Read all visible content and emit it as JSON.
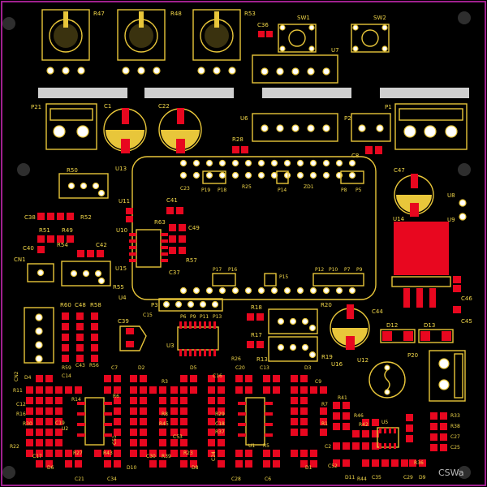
{
  "board": {
    "background": "#000000",
    "outline_color": "#a0208f",
    "silk_color": "#e8c63a",
    "pad_color": "#e8071f",
    "watermark": "CSWa"
  },
  "labels": {
    "pots": [
      "R47",
      "R48",
      "R53"
    ],
    "switches": [
      "SW1",
      "SW2"
    ],
    "u7": "U7",
    "c36": "C36",
    "p21": "P21",
    "c1": "C1",
    "c22": "C22",
    "u6": "U6",
    "p2": "P2",
    "p1": "P1",
    "r28": "R28",
    "c8": "C8",
    "r50": "R50",
    "u13": "U13",
    "c47": "C47",
    "u8": "U8",
    "u9": "U9",
    "u14": "U14",
    "c23": "C23",
    "p19": "P19",
    "p18": "P18",
    "r25": "R25",
    "p14": "P14",
    "zd1": "ZD1",
    "p8": "P8",
    "p5": "P5",
    "u11": "U11",
    "c41": "C41",
    "r63": "R63",
    "u10": "U10",
    "c49": "C49",
    "r57": "R57",
    "c37": "C37",
    "c38": "C38",
    "r52": "R52",
    "r51": "R51",
    "r49": "R49",
    "c40": "C40",
    "r54": "R54",
    "c42": "C42",
    "cn1": "CN1",
    "u15": "U15",
    "r55": "R55",
    "u4": "U4",
    "p17": "P17",
    "p16": "P16",
    "p15": "P15",
    "p12": "P12",
    "p11": "P11",
    "p10": "P10",
    "p7": "P7",
    "p9": "P9",
    "c46": "C46",
    "c45": "C45",
    "r60": "R60",
    "c48": "C48",
    "r58": "R58",
    "p3": "P3",
    "c15": "C15",
    "p6": "P6",
    "p9b": "P9",
    "p11b": "P11",
    "p13": "P13",
    "r18": "R18",
    "r20": "R20",
    "c44": "C44",
    "c39": "C39",
    "u3": "U3",
    "r17": "R17",
    "d12": "D12",
    "d13": "D13",
    "r13": "R13",
    "r19": "R19",
    "u16": "U16",
    "u12": "U12",
    "p20": "P20",
    "r59": "R59",
    "r56": "R56",
    "c14": "C14",
    "c43": "C43",
    "cn2": "CN2",
    "c7": "C7",
    "d2": "D2",
    "d5": "D5",
    "r26": "R26",
    "c20": "C20",
    "c13": "C13",
    "d3": "D3",
    "d4": "D4",
    "r11": "R11",
    "c12": "C12",
    "r16": "R16",
    "r30": "R30",
    "r22": "R22",
    "c17": "C17",
    "r14": "R14",
    "r6": "R6",
    "c19": "C19",
    "r2": "R2",
    "r27": "R27",
    "r43": "R43",
    "c21": "C21",
    "d6": "D6",
    "c34": "C34",
    "d10": "D10",
    "r3": "R3",
    "r8": "R8",
    "r45": "R45",
    "c30": "C30",
    "r39": "R39",
    "c53": "C53",
    "r32": "R32",
    "u2": "U2",
    "c4": "C4",
    "c51": "C51",
    "c16": "C16",
    "r29": "R29",
    "c18": "C18",
    "r37": "R37",
    "r26b": "R26",
    "r23": "R23",
    "c31": "C31",
    "d8": "D8",
    "c24": "C24",
    "c28": "C28",
    "u1": "U1",
    "r5": "R5",
    "c6": "C6",
    "d1": "D1",
    "r7": "R7",
    "c9": "C9",
    "r41": "R41",
    "r40": "R40",
    "r1": "R1",
    "c2": "C2",
    "c33": "C33",
    "r46": "R46",
    "r42": "R42",
    "u5": "U5",
    "c52": "C52",
    "d11": "D11",
    "r44": "R44",
    "c35": "C35",
    "r36": "R36",
    "r33": "R33",
    "r38": "R38",
    "c27": "C27",
    "c25": "C25",
    "c29": "C29",
    "d9": "D9",
    "r34": "R34",
    "r35": "R35",
    "c5": "C5"
  }
}
